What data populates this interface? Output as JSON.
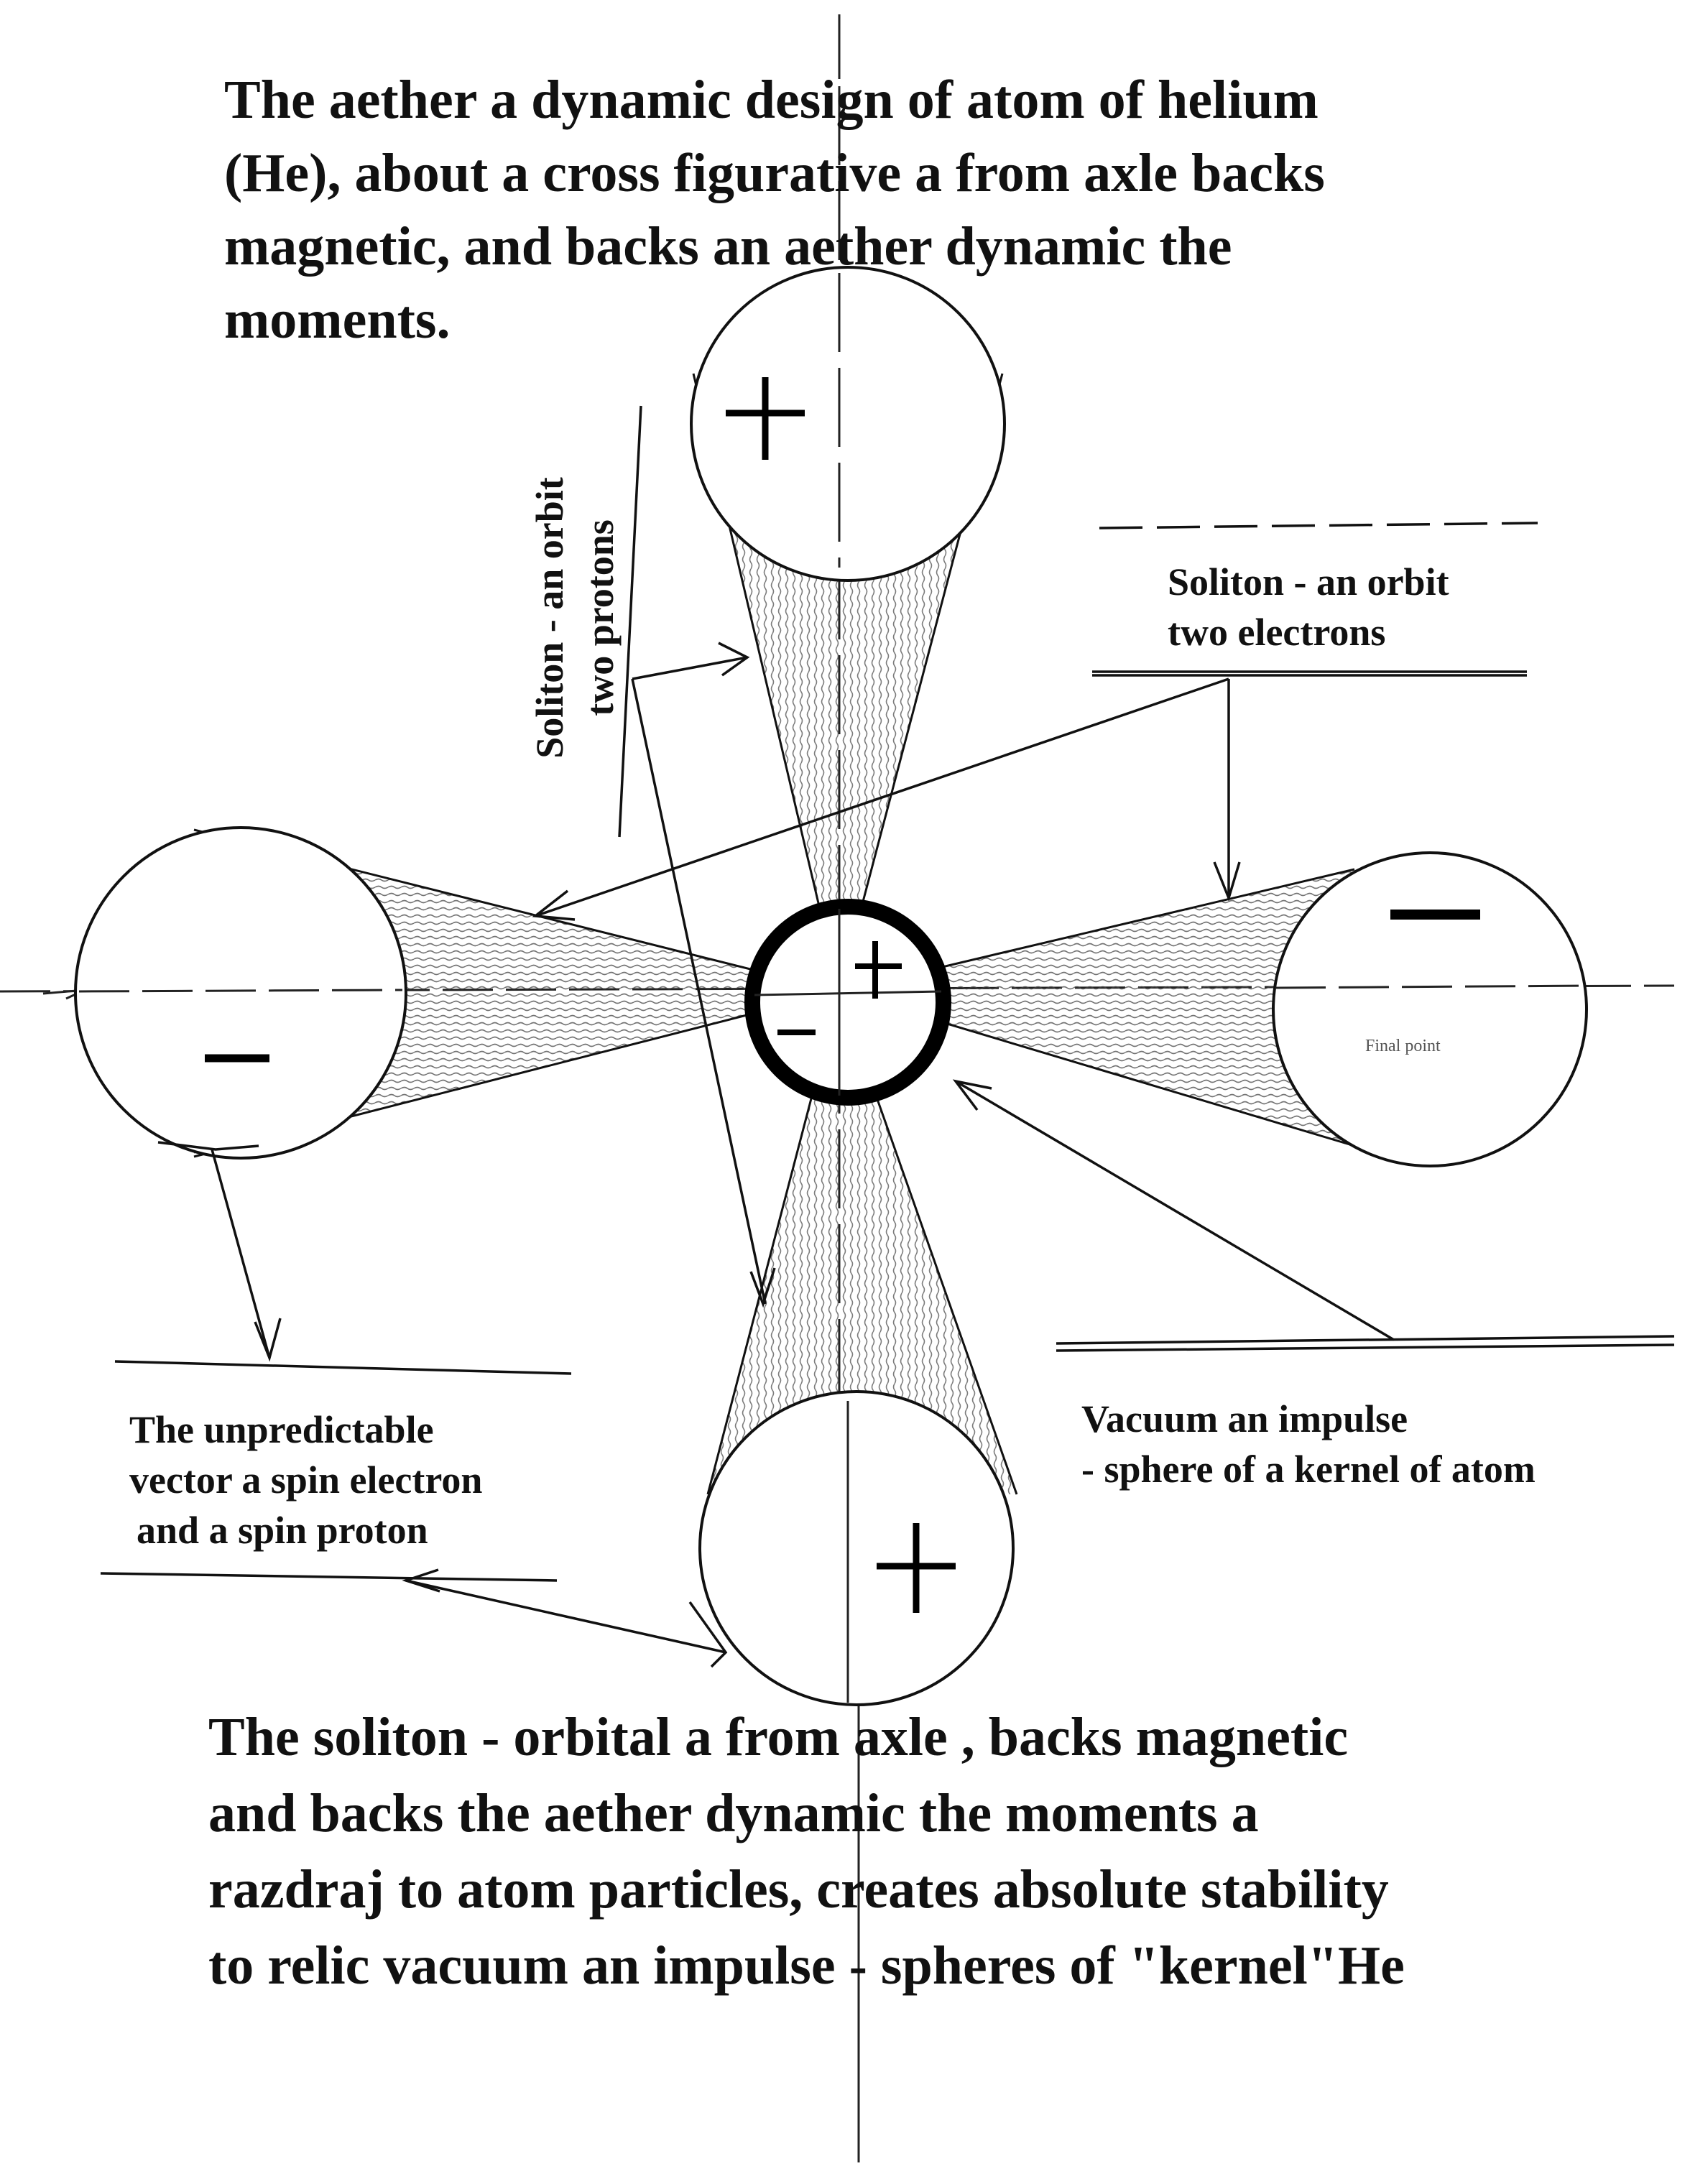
{
  "title": {
    "lines": [
      "The aether a dynamic design of atom of helium",
      "(He),  about a cross figurative a from axle  backs",
      "magnetic,  and backs an aether dynamic the",
      "moments."
    ]
  },
  "labels": {
    "protons_orbit": [
      "Soliton  - an orbit",
      "two protons"
    ],
    "electrons_orbit": [
      "Soliton - an orbit",
      "two electrons"
    ],
    "spin_vector": [
      "The unpredictable",
      "vector a spin electron",
      "and a  spin proton"
    ],
    "vacuum_impulse": [
      "Vacuum an impulse",
      "- sphere of a kernel of atom"
    ],
    "final_point": "Final point"
  },
  "signs": {
    "top": "+",
    "bottom": "+",
    "left": "−",
    "right": "−",
    "center_plus": "+",
    "center_minus": "−"
  },
  "bottom_text": {
    "lines": [
      "The soliton  - orbital a from axle , backs magnetic",
      "and backs the aether dynamic the moments a",
      "razdraj to atom particles, creates absolute stability",
      "to relic vacuum an impulse - spheres of \"kernel\"He"
    ]
  }
}
